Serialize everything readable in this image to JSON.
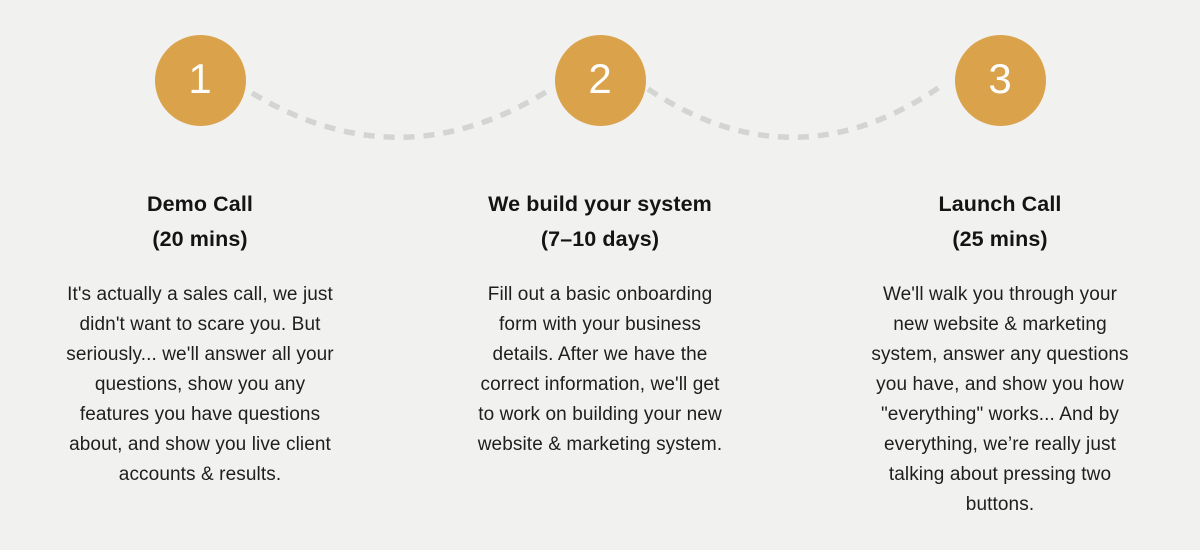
{
  "page": {
    "background_color": "#F1F1EF",
    "accent_color": "#D9A24B",
    "connector_color": "#D4D4D2",
    "heading_color": "#141414",
    "body_color": "#1E1E1E"
  },
  "steps": [
    {
      "number": "1",
      "title": "Demo Call\n(20 mins)",
      "description": "It's actually a sales call, we just\ndidn't want to scare you. But\nseriously... we'll answer all your\nquestions, show you any\nfeatures you have questions\nabout, and show you live client\naccounts & results."
    },
    {
      "number": "2",
      "title": "We build your system\n(7–10 days)",
      "description": "Fill out a basic onboarding\nform with your business\ndetails. After we have the\ncorrect information, we'll get\nto work on building your new\nwebsite & marketing system."
    },
    {
      "number": "3",
      "title": "Launch Call\n(25 mins)",
      "description": "We'll walk you through your\nnew website & marketing\nsystem, answer any questions\nyou have, and show you how\n\"everything\" works... And by\neverything, we’re really just\ntalking about pressing two\nbuttons."
    }
  ]
}
